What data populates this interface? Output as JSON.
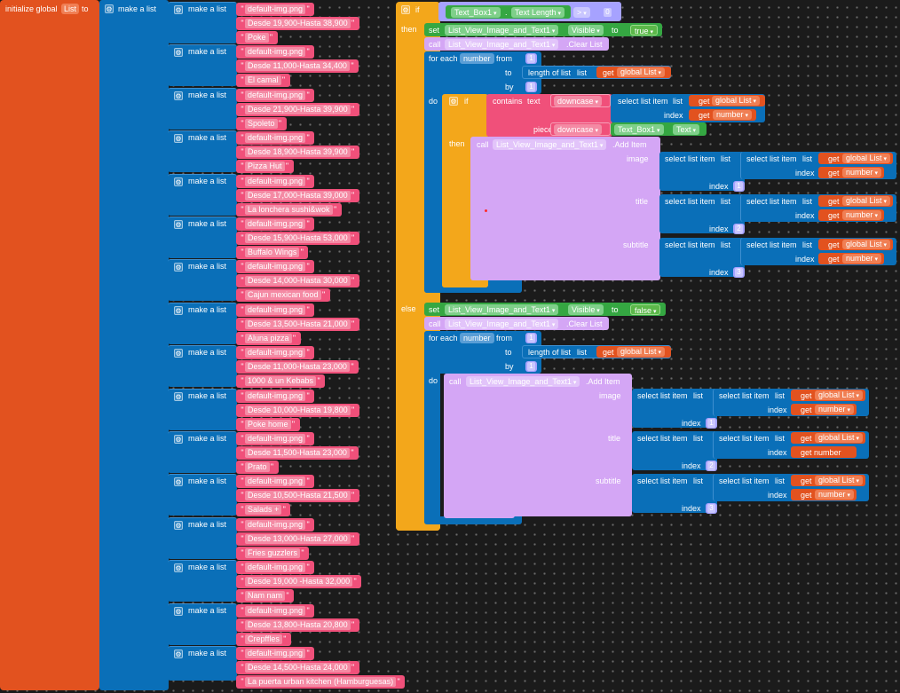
{
  "init": {
    "label": "initialize global",
    "var": "List",
    "to": "to"
  },
  "make_list_label": "make a list",
  "img_default": "default-img.png",
  "restaurants": [
    {
      "price": "Desde 19,900-Hasta 38,900",
      "name": "Poke"
    },
    {
      "price": "Desde 11,000-Hasta 34,400",
      "name": "El camal"
    },
    {
      "price": "Desde 21,900-Hasta 39,900",
      "name": "Spoleto"
    },
    {
      "price": "Desde 18,900-Hasta 39,900",
      "name": "Pizza Hut"
    },
    {
      "price": "Desde 17,000-Hasta 39,000",
      "name": "La lonchera sushi&wok"
    },
    {
      "price": "Desde 15,900-Hasta 53,000",
      "name": "Buffalo Wings"
    },
    {
      "price": "Desde 14,000-Hasta 30,000",
      "name": "Cajun mexican food"
    },
    {
      "price": "Desde 13,500-Hasta 21,000",
      "name": "Aluna pizza"
    },
    {
      "price": "Desde 11,000-Hasta 23,000",
      "name": "1000 & un Kebabs"
    },
    {
      "price": "Desde 10,000-Hasta 19,800",
      "name": "Poke home"
    },
    {
      "price": "Desde 11,500-Hasta 23,000",
      "name": "Prato"
    },
    {
      "price": "Desde 10,500-Hasta 21,500",
      "name": "Salads +"
    },
    {
      "price": "Desde 13,000-Hasta 27,000",
      "name": "Fries guzzlers"
    },
    {
      "price": "Desde 19,000 -Hasta 32,000",
      "name": "Nam nam"
    },
    {
      "price": "Desde 13,800-Hasta 20,800",
      "name": "Crepffles"
    },
    {
      "price": "Desde 14,500-Hasta 24,000",
      "name": "La puerta urban kitchen (Hamburguesas)"
    }
  ],
  "kw": {
    "if": "if",
    "then": "then",
    "else": "else",
    "do": "do",
    "set": "set",
    "to": "to",
    "call": "call",
    "for_each": "for each",
    "from": "from",
    "by": "by",
    "length_of_list": "length of list",
    "list": "list",
    "get": "get",
    "contains": "contains",
    "text": "text",
    "piece": "piece",
    "downcase": "downcase",
    "select_list_item": "select list item",
    "index": "index",
    "image": "image",
    "title": "title",
    "subtitle": "subtitle"
  },
  "comp": {
    "textbox": "Text_Box1",
    "text_length": "Text Length",
    "gt": ">",
    "zero": "0",
    "listview": "List_View_Image_and_Text1",
    "visible": "Visible",
    "true": "true",
    "false": "false",
    "clear_list": ".Clear List",
    "add_item": ".Add Item",
    "number": "number",
    "global_list": "global List",
    "text_prop": "Text",
    "get_number_plain": "get number"
  },
  "nums": {
    "one": "1",
    "two": "2",
    "three": "3"
  }
}
